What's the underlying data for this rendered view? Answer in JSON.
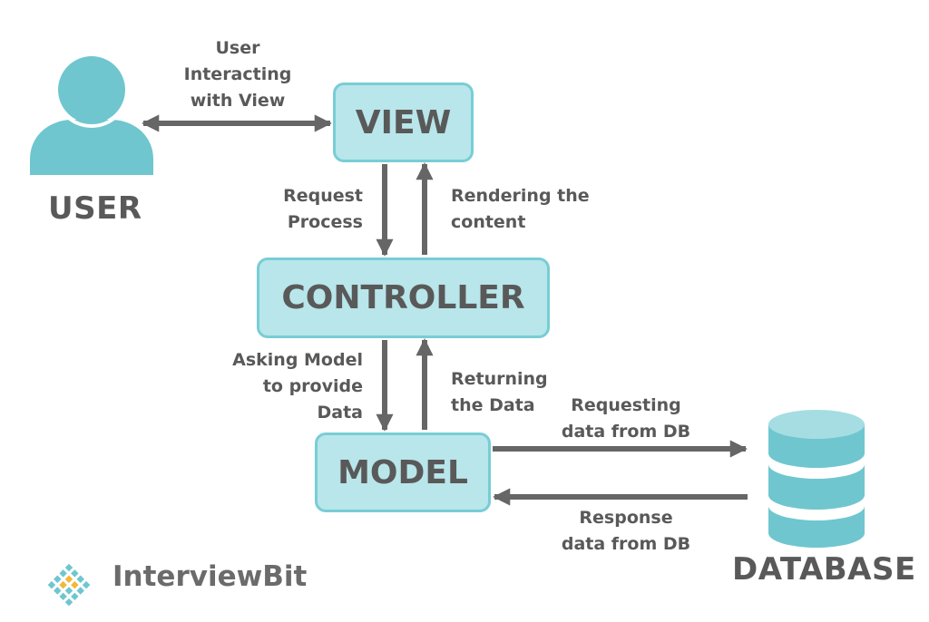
{
  "diagram": {
    "nodes": {
      "view": "VIEW",
      "controller": "CONTROLLER",
      "model": "MODEL",
      "user": "USER",
      "database": "DATABASE"
    },
    "edges": {
      "user_view": "User\nInteracting\nwith View",
      "view_controller": "Request\nProcess",
      "controller_view": "Rendering the\ncontent",
      "controller_model": "Asking Model\nto provide\nData",
      "model_controller": "Returning\nthe Data",
      "model_database": "Requesting\ndata from DB",
      "database_model": "Response\ndata from DB"
    },
    "brand": "InterviewBit",
    "colors": {
      "box_fill": "#b8e6ea",
      "box_border": "#78cdd5",
      "arrow": "#666666",
      "text": "#595959",
      "icon": "#6fc6cf",
      "logo_yellow": "#f2b83a"
    }
  }
}
